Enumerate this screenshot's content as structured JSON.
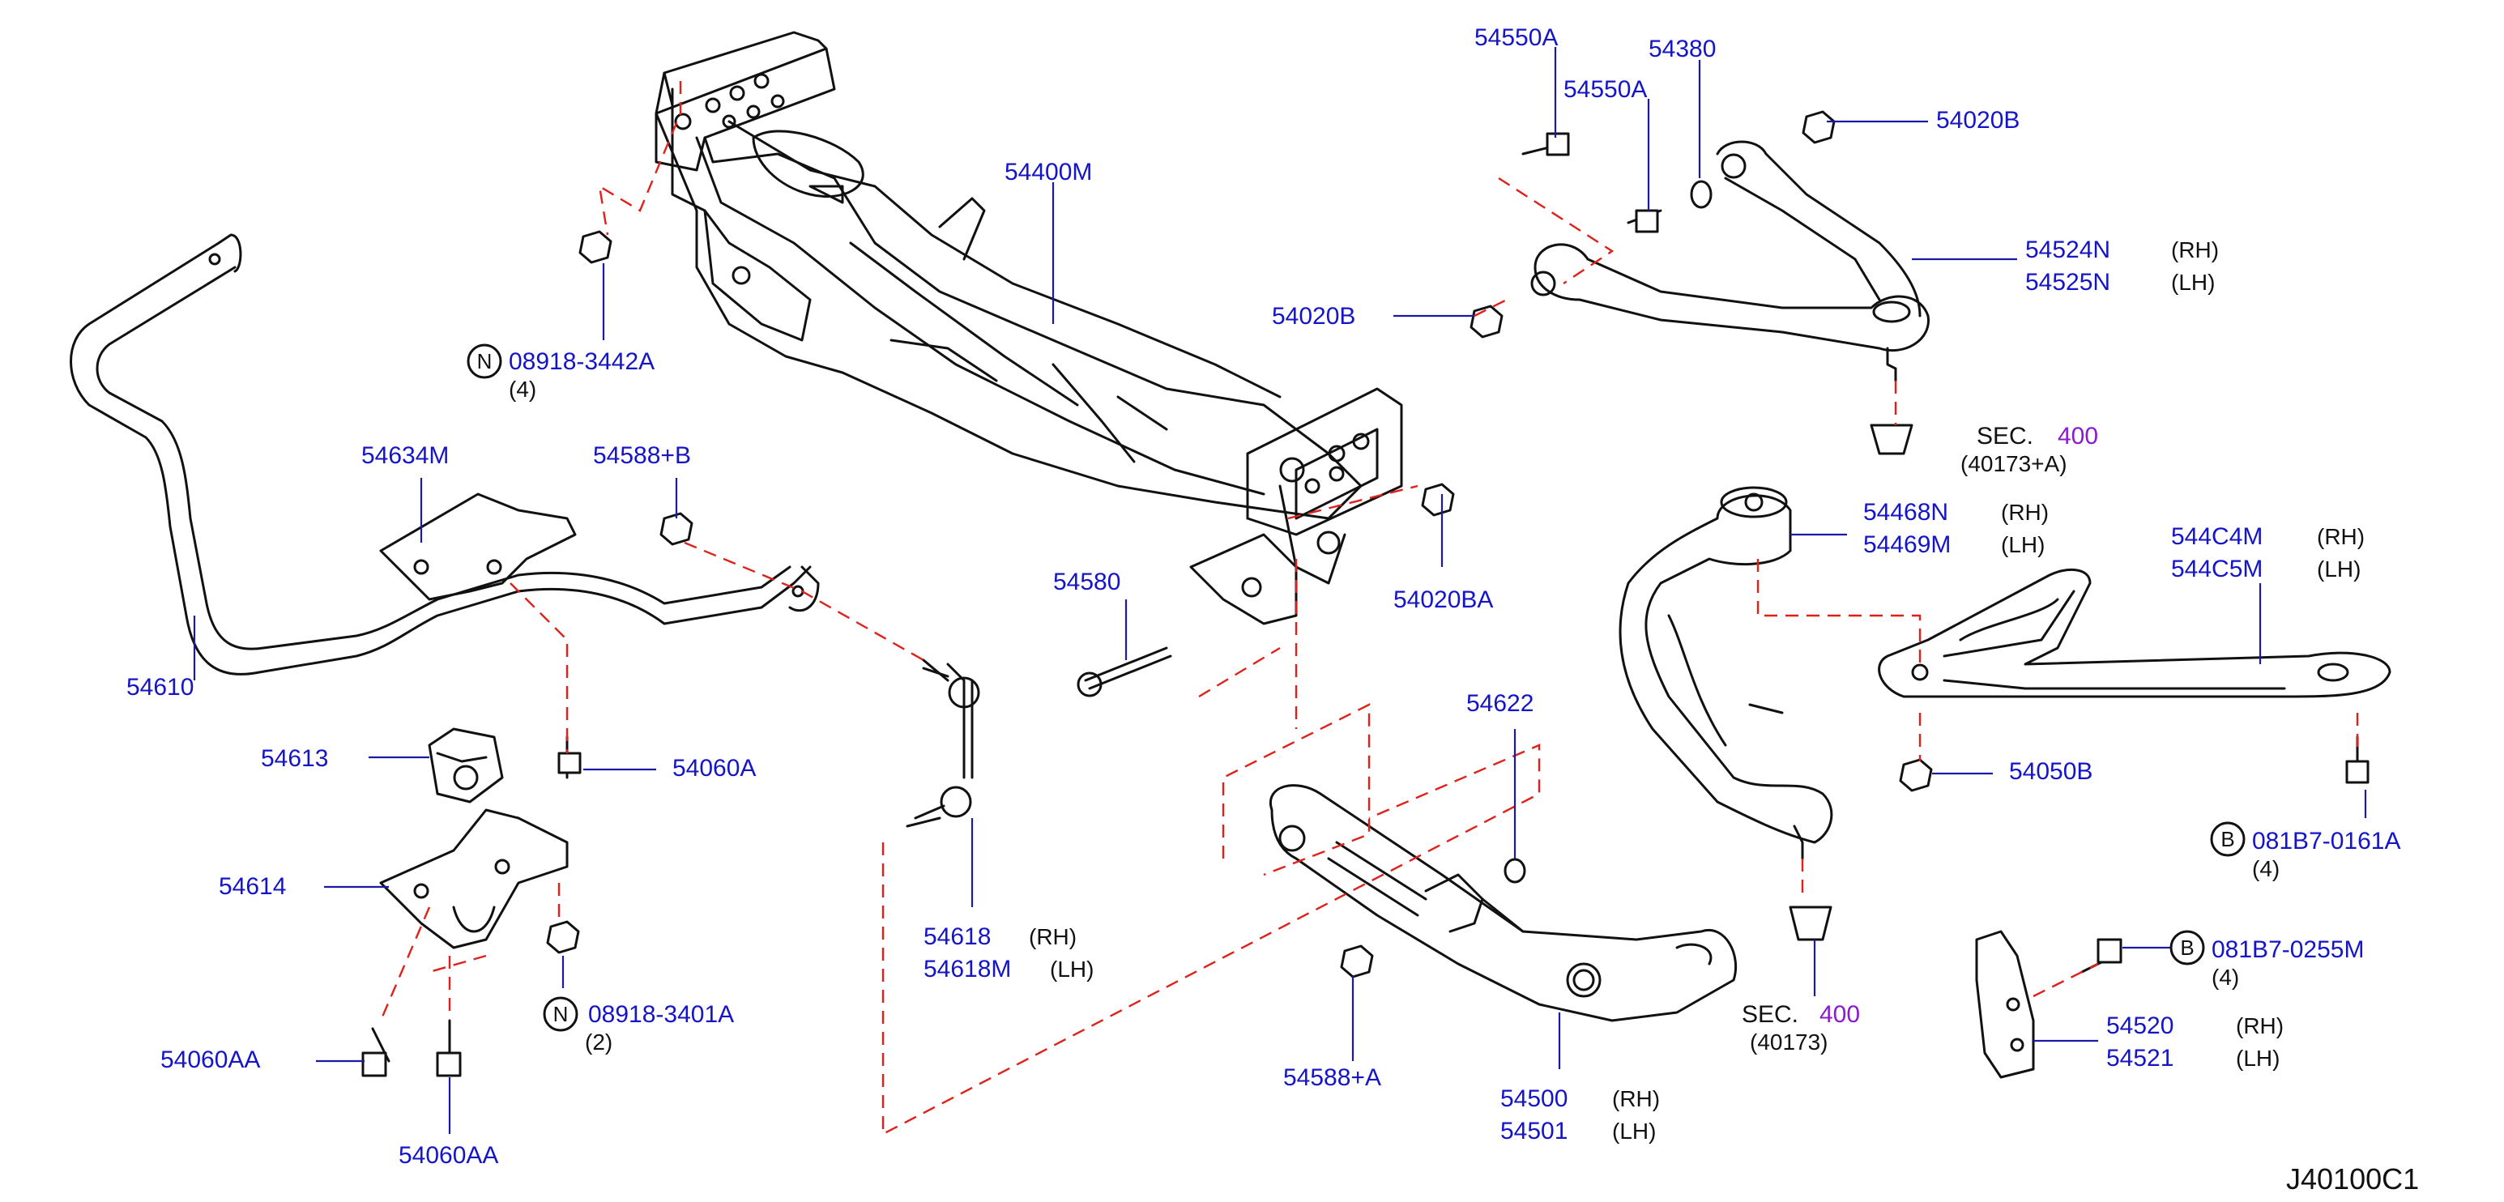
{
  "diagram_code": "J40100C1",
  "parts": {
    "p54400M": "54400M",
    "p54550A_1": "54550A",
    "p54550A_2": "54550A",
    "p54380": "54380",
    "p54020B_1": "54020B",
    "p54020B_2": "54020B",
    "p54524N": "54524N",
    "p54525N": "54525N",
    "p08918_3442A": "08918-3442A",
    "p54634M": "54634M",
    "p54588B": "54588+B",
    "p54610": "54610",
    "p54580": "54580",
    "p54020BA": "54020BA",
    "p54468N": "54468N",
    "p54469M": "54469M",
    "p544C4M": "544C4M",
    "p544C5M": "544C5M",
    "p54613": "54613",
    "p54060A": "54060A",
    "p54614": "54614",
    "p54618": "54618",
    "p54618M": "54618M",
    "p54622": "54622",
    "p54050B": "54050B",
    "p081B7_0161A": "081B7-0161A",
    "p08918_3401A": "08918-3401A",
    "p081B7_0255M": "081B7-0255M",
    "p54060AA_1": "54060AA",
    "p54060AA_2": "54060AA",
    "p54588A": "54588+A",
    "p54500": "54500",
    "p54501": "54501",
    "p54520": "54520",
    "p54521": "54521"
  },
  "sides": {
    "rh": "(RH)",
    "lh": "(LH)"
  },
  "quantities": {
    "q4": "(4)",
    "q2": "(2)"
  },
  "circle_letters": {
    "n": "N",
    "b": "B"
  },
  "sections": {
    "sec_label": "SEC.",
    "sec_num": "400",
    "sec_ref_a": "(40173+A)",
    "sec_ref": "(40173)"
  },
  "colors": {
    "label": "#1414c8",
    "leader": "#1a1aa6",
    "hidden_line": "#e0201a",
    "section_number": "#8a1ad0",
    "line_art": "#111111"
  }
}
